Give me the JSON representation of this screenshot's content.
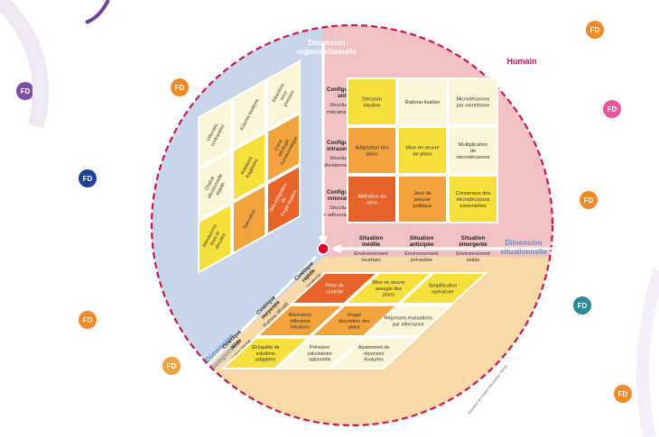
{
  "colors": {
    "human": "#c8174e",
    "organisational_zone": "#c9d6ea",
    "human_zone": "#f2c1c4",
    "temporal_zone": "#f9d9a8",
    "yellow": "#f7e03c",
    "orange": "#f2a33c",
    "red_orange": "#e8632a",
    "cream": "#fcf6d8",
    "axis_blue": "#6b8fc4"
  },
  "badges": [
    {
      "label": "FD",
      "color": "#7b4fa6"
    },
    {
      "label": "FD",
      "color": "#f08a2a"
    },
    {
      "label": "FD",
      "color": "#1f3f9a"
    },
    {
      "label": "FD",
      "color": "#f08a2a"
    },
    {
      "label": "FD",
      "color": "#f0a33c"
    },
    {
      "label": "FD",
      "color": "#f08a2a"
    },
    {
      "label": "FD",
      "color": "#e8579a"
    },
    {
      "label": "FD",
      "color": "#f08a2a"
    },
    {
      "label": "FD",
      "color": "#2a8a9a"
    },
    {
      "label": "FD",
      "color": "#f08a2a"
    }
  ],
  "labels": {
    "human": "Humain",
    "dim_org_1": "Dimension",
    "dim_org_2": "organisationnelle",
    "dim_sit_1": "Dimension",
    "dim_sit_2": "situationnelle",
    "dim_temp_1": "Dimension",
    "dim_temp_2": "temporelle",
    "credit": "Illustration de Frédéric Deschamps, Dunod"
  },
  "configurations": [
    {
      "t1": "Configuration",
      "t2": "unité",
      "s1": "Structure",
      "s2": "mécaniste"
    },
    {
      "t1": "Configuration",
      "t2": "intraservice",
      "s1": "Structure",
      "s2": "divisionnaliste"
    },
    {
      "t1": "Configuration",
      "t2": "innovatrice",
      "s1": "Structure",
      "s2": "« adhocratique »"
    }
  ],
  "situations": [
    {
      "t1": "Situation",
      "t2": "inédite",
      "s1": "Environnement",
      "s2": "incertain"
    },
    {
      "t1": "Situation",
      "t2": "anticipée",
      "s1": "Environnement",
      "s2": "prévisible"
    },
    {
      "t1": "Situation",
      "t2": "émergente",
      "s1": "Environnement",
      "s2": "stable"
    }
  ],
  "cinetiques": [
    {
      "t1": "Cinétique",
      "t2": "rapide",
      "s1": "Urgence"
    },
    {
      "t1": "Cinétique",
      "t2": "moyenne",
      "s1": "Rythme décalé"
    },
    {
      "t1": "Cinétique",
      "t2": "lente",
      "s1": "Long terme"
    }
  ],
  "front_grid": [
    [
      "Décision intuitive",
      "Ratione-lisation",
      "Microdécisions par mimétisme"
    ],
    [
      "Adaptation des plans",
      "Mise en œuvre de plans",
      "Multiplication de microdécisions"
    ],
    [
      "Altération du sens",
      "Jeux de pouvoir politique",
      "Consensus des microdécisions essentielles"
    ]
  ],
  "left_grid": [
    [
      "Réactions sous pression",
      "Automa-tisations",
      "Vélocités contrastées"
    ],
    [
      "Cœur idéologie bureaucratique",
      "Relations fragilisées",
      "Chaîne décisionnelle établie"
    ],
    [
      "Dés-intégration de l'orga-nisation",
      "Saturation",
      "Manœuvres fines et abouties"
    ]
  ],
  "bottom_grid": [
    [
      "Perte de contrôle",
      "Mise en œuvre aveugle des plans",
      "Simplification opératoire"
    ],
    [
      "Alternance réflexions intuitions",
      "Usage discontinu des plans",
      "Réponses-évaluations par alternance"
    ],
    [
      "(En)quête de solutions adaptées",
      "Prévision calculatoire rationnelle",
      "Ajustement de réponses évaluées"
    ]
  ]
}
